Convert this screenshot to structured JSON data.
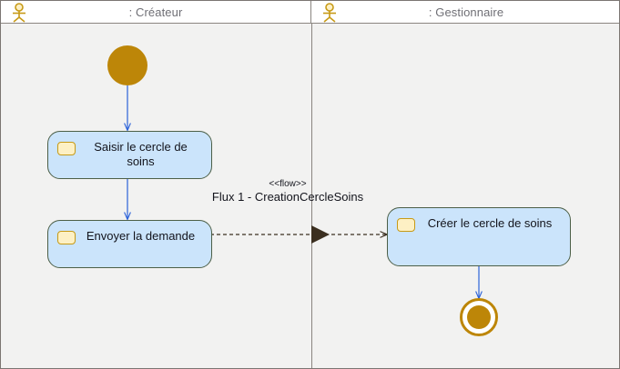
{
  "diagram": {
    "type": "uml-activity-diagram",
    "background_color": "#f2f2f1",
    "lanes": [
      {
        "id": "lane-createur",
        "title": ": Créateur",
        "actor_icon": "actor-stick-figure-icon"
      },
      {
        "id": "lane-gestionnaire",
        "title": ": Gestionnaire",
        "actor_icon": "actor-stick-figure-icon"
      }
    ],
    "nodes": {
      "initial": {
        "name": "initial-node",
        "label": ""
      },
      "activity_1": {
        "label": "Saisir le cercle de soins",
        "icon": "activity-icon"
      },
      "activity_2": {
        "label": "Envoyer la demande",
        "icon": "activity-icon"
      },
      "activity_3": {
        "label": "Créer le cercle de soins",
        "icon": "activity-icon"
      },
      "final": {
        "name": "activity-final-node",
        "label": ""
      }
    },
    "flow_label": {
      "stereotype": "<<flow>>",
      "name": "Flux 1 - CreationCercleSoins"
    },
    "colors": {
      "activity_fill": "#cbe4fb",
      "activity_border": "#4c5f47",
      "node_gold": "#bd8608",
      "icon_fill": "#fdf0c4",
      "icon_border": "#c79a16",
      "connector_blue": "#2c62d9",
      "flow_dashed": "#3b2f20",
      "lane_border": "#8a8580",
      "header_text": "#6f6f75"
    }
  }
}
